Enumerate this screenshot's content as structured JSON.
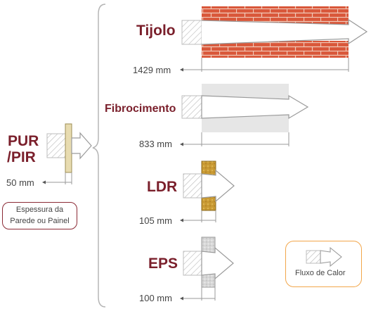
{
  "reference": {
    "title_line1": "PUR",
    "title_line2": "/PIR",
    "thickness": "50 mm",
    "note_line1": "Espessura da",
    "note_line2": "Parede ou Painel"
  },
  "materials": [
    {
      "name": "Tijolo",
      "thickness": "1429 mm"
    },
    {
      "name": "Fibrocimento",
      "thickness": "833 mm"
    },
    {
      "name": "LDR",
      "thickness": "105 mm"
    },
    {
      "name": "EPS",
      "thickness": "100 mm"
    }
  ],
  "legend": {
    "label": "Fluxo de Calor"
  },
  "colors": {
    "title": "#7a1f2b",
    "brick": "#d9573a",
    "mortar": "#f3d9cd",
    "fibrocement": "#e6e6e6",
    "ldr_wool": "#c9a13a",
    "eps": "#dcdcdc",
    "pur_core": "#e8dcb0",
    "legend_border": "#f2a64a",
    "note_border": "#8b2a35"
  }
}
